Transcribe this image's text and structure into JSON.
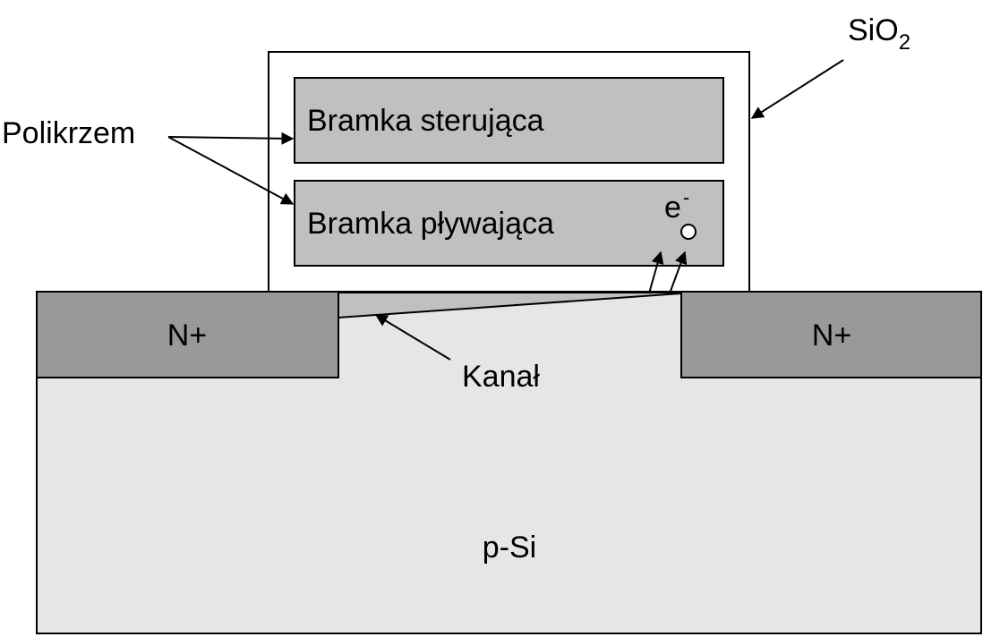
{
  "labels": {
    "control_gate": "Bramka sterująca",
    "floating_gate": "Bramka pływająca",
    "electron_base": "e",
    "electron_sup": "-",
    "polysilicon": "Polikrzem",
    "oxide_base": "SiO",
    "oxide_sub": "2",
    "source": "N+",
    "drain": "N+",
    "channel": "Kanał",
    "substrate": "p-Si"
  },
  "colors": {
    "substrate": "#e6e6e6",
    "n_plus": "#999999",
    "gate": "#c0c0c0",
    "oxide": "#ffffff",
    "outline": "#000000"
  }
}
